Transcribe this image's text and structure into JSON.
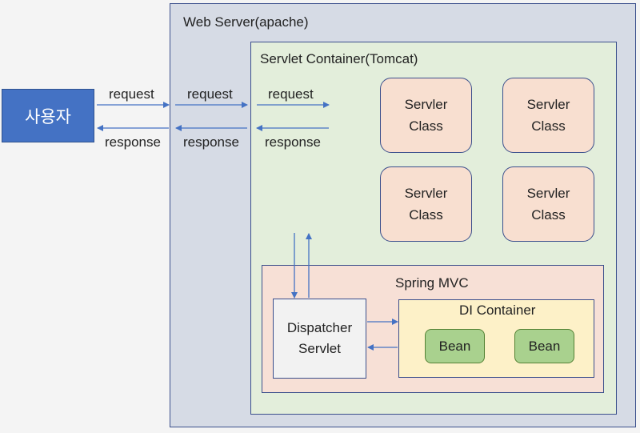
{
  "user_label": "사용자",
  "web_server": {
    "title": "Web Server(apache)"
  },
  "servlet_container": {
    "title": "Servlet Container(Tomcat)"
  },
  "servlet_classes": [
    {
      "line1": "Servler",
      "line2": "Class"
    },
    {
      "line1": "Servler",
      "line2": "Class"
    },
    {
      "line1": "Servler",
      "line2": "Class"
    },
    {
      "line1": "Servler",
      "line2": "Class"
    }
  ],
  "spring_mvc": {
    "title": "Spring MVC"
  },
  "dispatcher": {
    "line1": "Dispatcher",
    "line2": "Servlet"
  },
  "di_container": {
    "title": "DI Container"
  },
  "beans": [
    {
      "label": "Bean"
    },
    {
      "label": "Bean"
    }
  ],
  "flow_labels": {
    "request": [
      "request",
      "request",
      "request"
    ],
    "response": [
      "response",
      "response",
      "response"
    ]
  },
  "colors": {
    "user_box": "#4472c4",
    "web_server": "#d6dbe5",
    "servlet_container": "#e3eedb",
    "spring_mvc": "#f7e0d6",
    "di_container": "#fdf1c8",
    "servlet_class": "#f8dfd0",
    "bean": "#a9d18e",
    "arrow": "#4472c4"
  }
}
